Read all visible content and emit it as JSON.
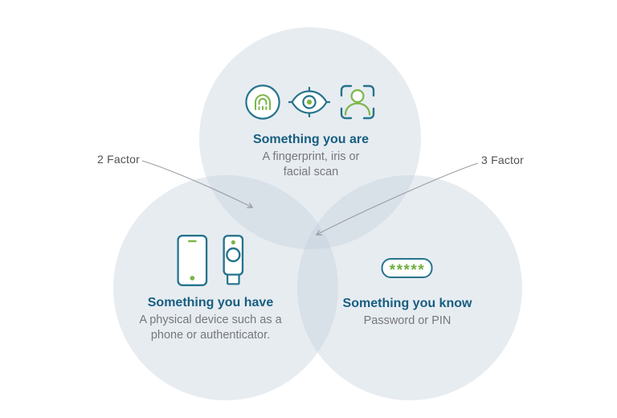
{
  "colors": {
    "accent_teal": "#26748c",
    "accent_green": "#7cb648",
    "title_blue": "#175e80",
    "subtitle_gray": "#76777a",
    "factor_label_gray": "#515254",
    "arrow_gray": "#9b9da0",
    "circle_tint": "#e7ebf1",
    "background": "#ffffff"
  },
  "venn": {
    "are": {
      "title": "Something you are",
      "subtitle_lines": [
        "A fingerprint, iris or",
        "facial scan"
      ],
      "icons": [
        "fingerprint-icon",
        "iris-scan-icon",
        "face-scan-icon"
      ]
    },
    "have": {
      "title": "Something you have",
      "subtitle_lines": [
        "A physical device such as a",
        "phone or authenticator."
      ],
      "icons": [
        "phone-icon",
        "authenticator-icon"
      ]
    },
    "know": {
      "title": "Something you know",
      "subtitle_lines": [
        "Password or PIN"
      ],
      "icons": [
        "password-field-icon"
      ],
      "password_mask": "*****"
    }
  },
  "annotations": {
    "two_factor": {
      "label": "2 Factor"
    },
    "three_factor": {
      "label": "3 Factor"
    }
  }
}
